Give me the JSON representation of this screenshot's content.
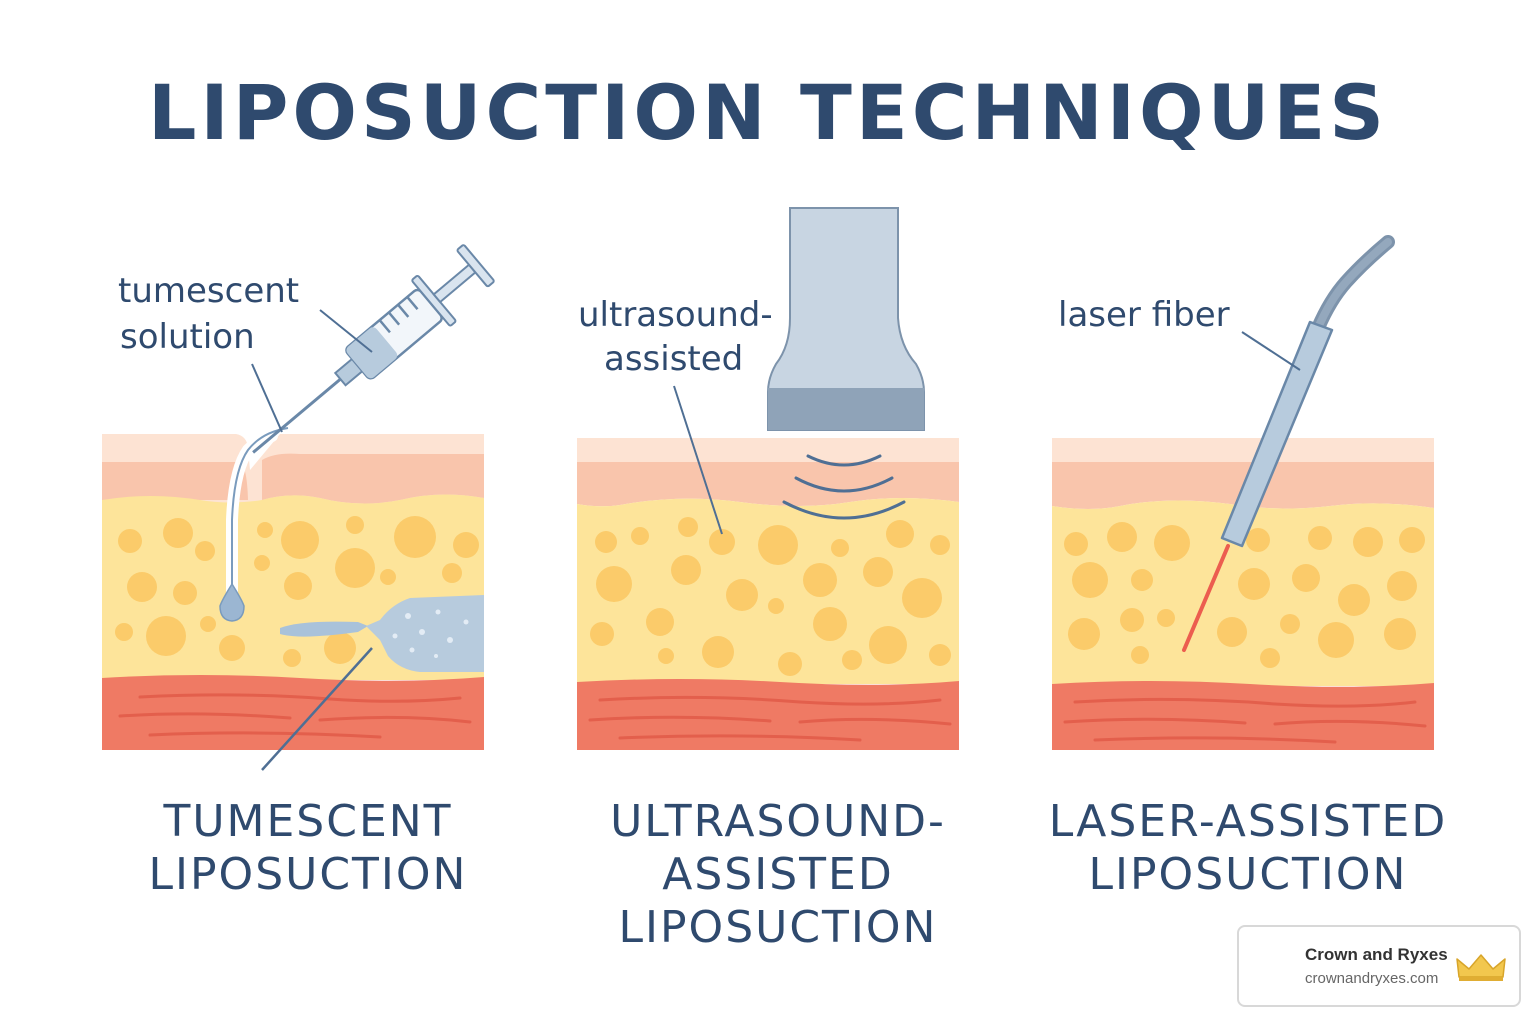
{
  "title": "LIPOSUCTION TECHNIQUES",
  "panels": [
    {
      "callout": [
        "tumescent",
        "solution"
      ],
      "caption": [
        "TUMESCENT",
        "LIPOSUCTION"
      ]
    },
    {
      "callout": [
        "ultrasound-",
        "assisted"
      ],
      "caption": [
        "ULTRASOUND-",
        "ASSISTED",
        "LIPOSUCTION"
      ]
    },
    {
      "callout": [
        "laser fiber"
      ],
      "caption": [
        "LASER-ASSISTED",
        "LIPOSUCTION"
      ]
    }
  ],
  "brand": {
    "name": "Crown and Ryxes",
    "url": "crownandryxes.com"
  },
  "colors": {
    "text": "#2f4a6e",
    "epidermis": "#fde3d3",
    "dermis": "#f9c5ac",
    "fat": "#fde49a",
    "fat_cell": "#fbcb6a",
    "muscle": "#ef7a64",
    "instrument": "#b7cbdd",
    "laser": "#ec5d4f"
  },
  "icons": [
    "syringe-icon",
    "cannula-icon",
    "ultrasound-probe-icon",
    "laser-fiber-icon",
    "crown-icon"
  ]
}
